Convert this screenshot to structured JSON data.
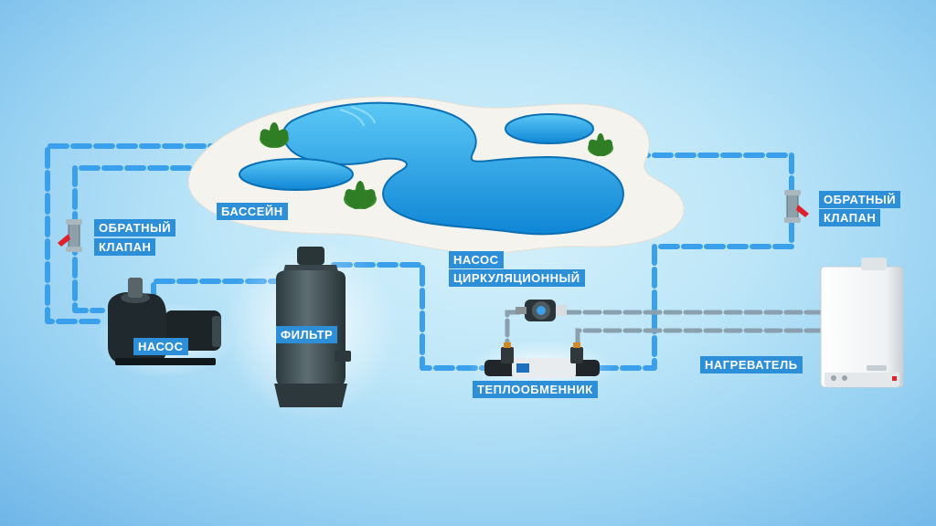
{
  "labels": {
    "pool": "БАССЕЙН",
    "check_valve_left_1": "ОБРАТНЫЙ",
    "check_valve_left_2": "КЛАПАН",
    "check_valve_right_1": "ОБРАТНЫЙ",
    "check_valve_right_2": "КЛАПАН",
    "pump": "НАСОС",
    "filter": "ФИЛЬТР",
    "circ_pump_1": "НАСОС",
    "circ_pump_2": "ЦИРКУЛЯЦИОННЫЙ",
    "heat_exchanger": "ТЕПЛООБМЕННИК",
    "heater": "НАГРЕВАТЕЛЬ"
  },
  "colors": {
    "pipe": "#3aa0ec",
    "pipe_grey": "#8aa0ae",
    "label_bg": "#2d8fd8",
    "pool_water": "#1fa3e8",
    "pool_deck": "#f5f3ee",
    "valve_red": "#e0202a"
  },
  "icons": [
    "pool-icon",
    "check-valve-icon",
    "pump-icon",
    "filter-icon",
    "circulation-pump-icon",
    "heat-exchanger-icon",
    "heater-icon",
    "plant-icon"
  ]
}
